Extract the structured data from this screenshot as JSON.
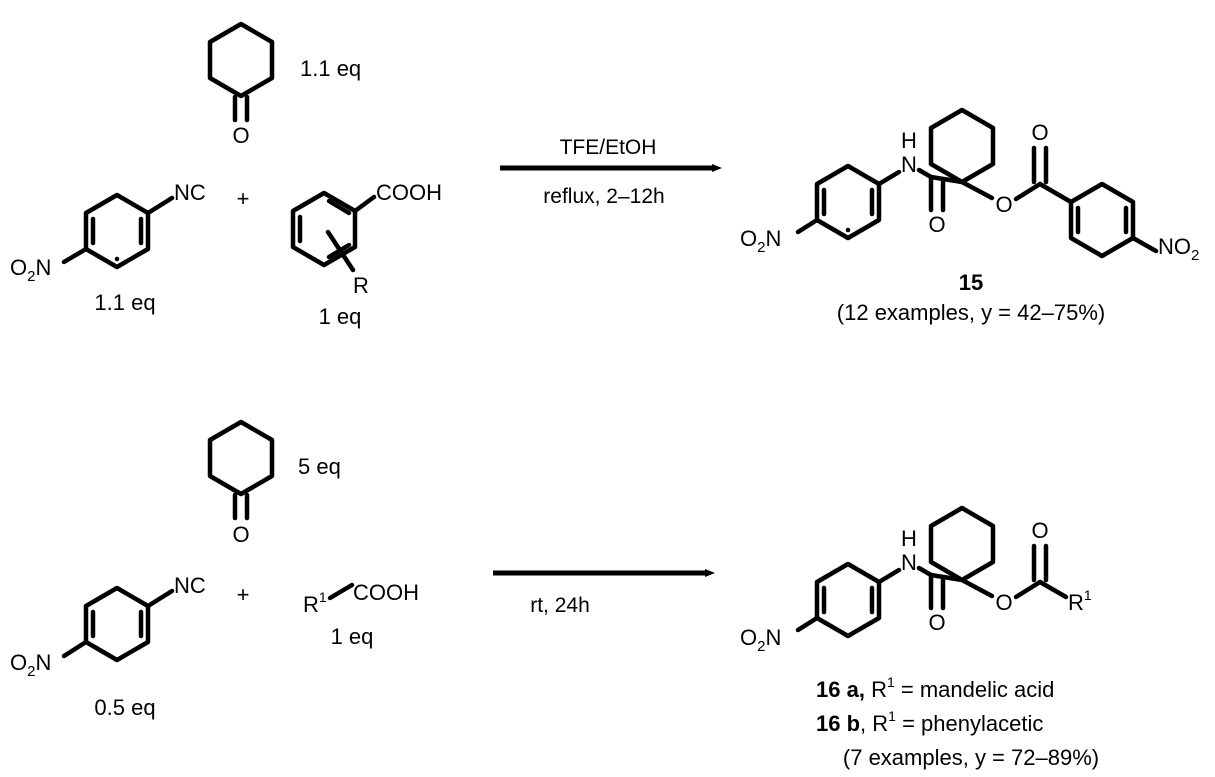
{
  "atoms": {
    "nc": "NC",
    "o": "O",
    "o2n_o": "O",
    "o2n_sub": "2",
    "o2n_n": "N",
    "no2_n": "NO",
    "no2_sub": "2",
    "h": "H",
    "n": "N",
    "cooh": "COOH",
    "r": "R",
    "r1": "R",
    "r1_sup": "1",
    "plus": "+"
  },
  "reaction1": {
    "ketone_eq": "1.1 eq",
    "isocyanide_eq": "1.1 eq",
    "acid_eq": "1 eq",
    "conditions_top": "TFE/EtOH",
    "conditions_bottom": "reflux, 2–12h",
    "product_number": "15",
    "product_note": "(12 examples, y = 42–75%)"
  },
  "reaction2": {
    "ketone_eq": "5 eq",
    "isocyanide_eq": "0.5 eq",
    "acid_eq": "1 eq",
    "conditions_bottom": "rt, 24h",
    "product_a_label": "16 a,",
    "product_a_rest": " = mandelic acid",
    "product_b_label": "16 b",
    "product_b_rest": ", R",
    "product_b_tail": " = phenylacetic",
    "product_note": "(7 examples, y = 72–89%)"
  }
}
